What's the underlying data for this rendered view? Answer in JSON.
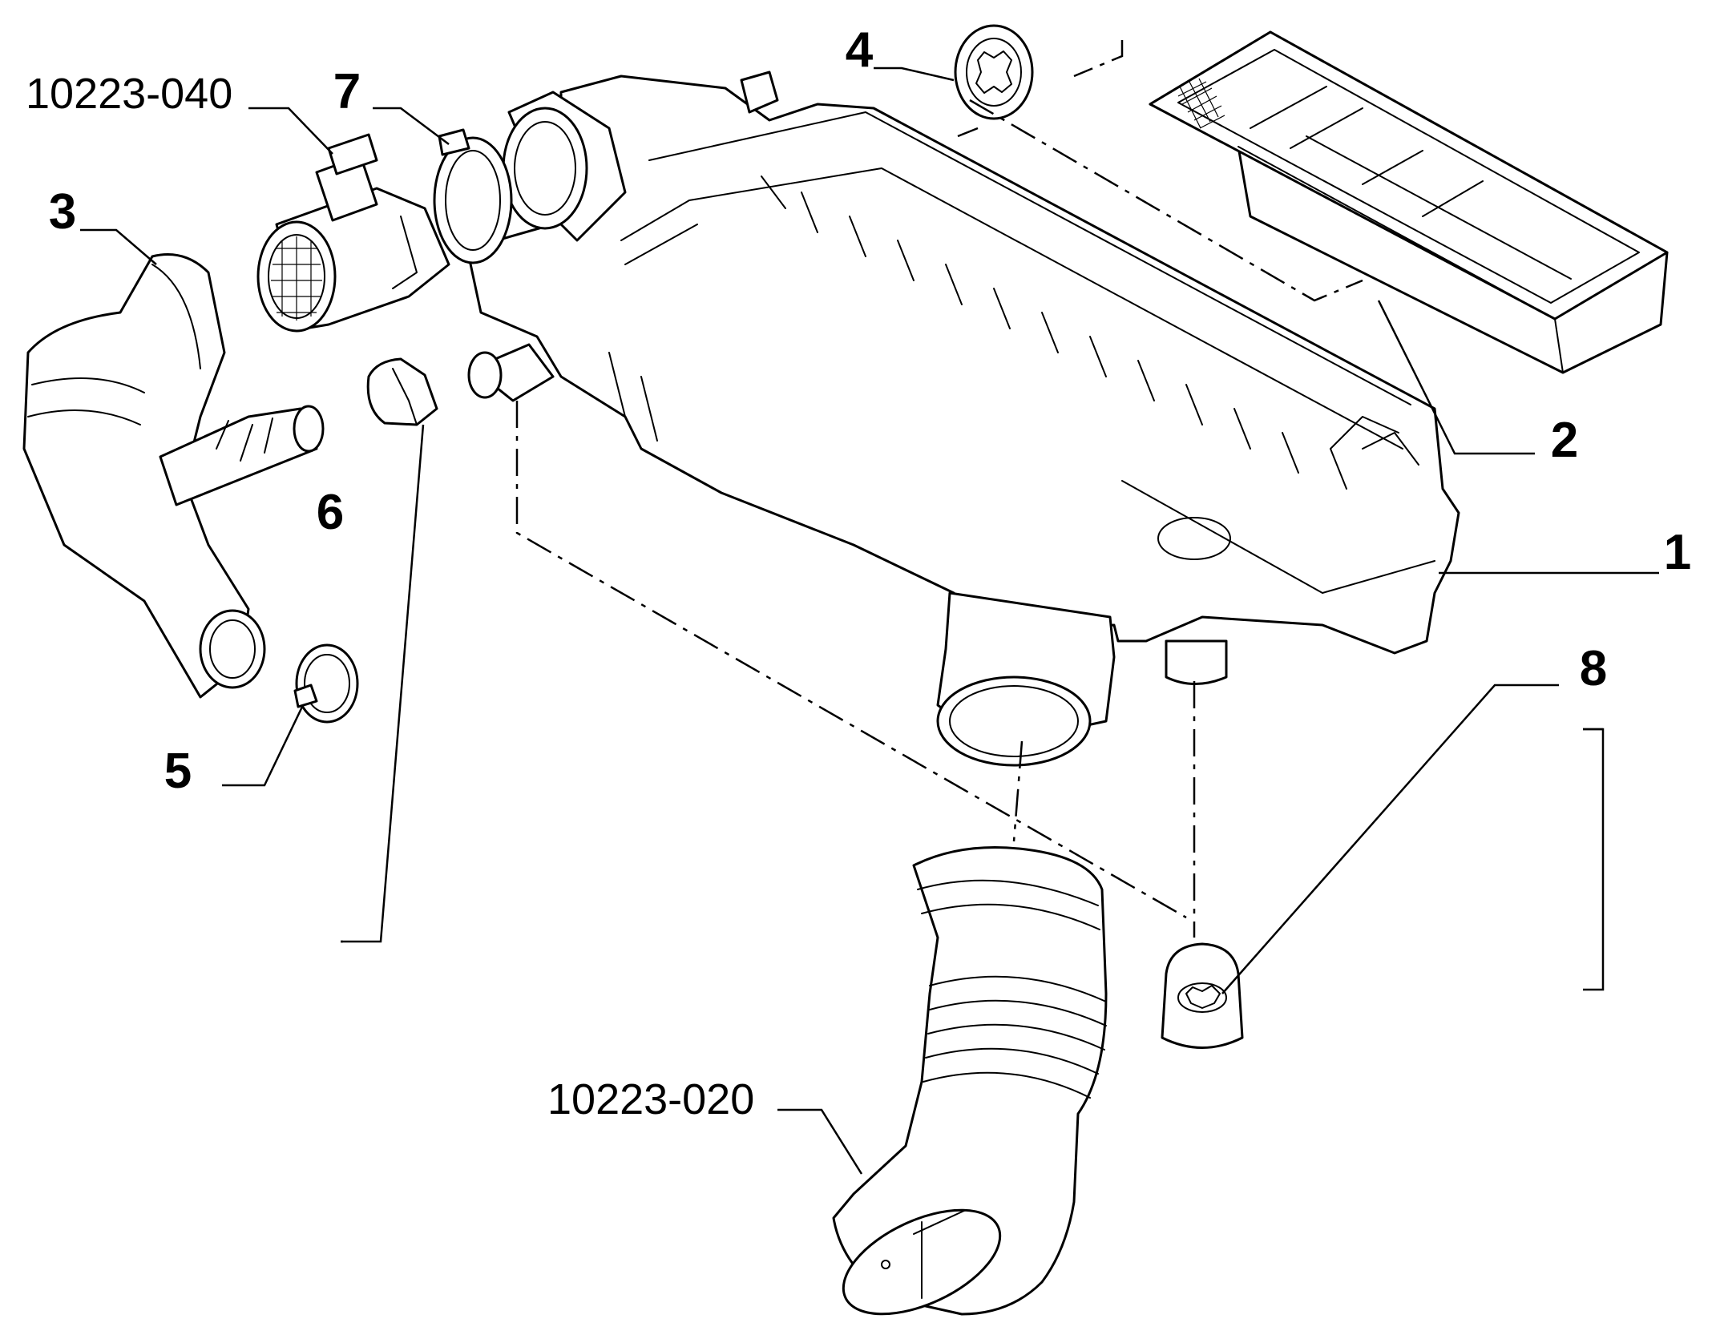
{
  "callouts": [
    {
      "id": "1",
      "text": "1"
    },
    {
      "id": "2",
      "text": "2"
    },
    {
      "id": "3",
      "text": "3"
    },
    {
      "id": "4",
      "text": "4"
    },
    {
      "id": "5",
      "text": "5"
    },
    {
      "id": "6",
      "text": "6"
    },
    {
      "id": "7",
      "text": "7"
    },
    {
      "id": "8",
      "text": "8"
    }
  ],
  "references": {
    "sensor": "10223-040",
    "duct": "10223-020"
  }
}
